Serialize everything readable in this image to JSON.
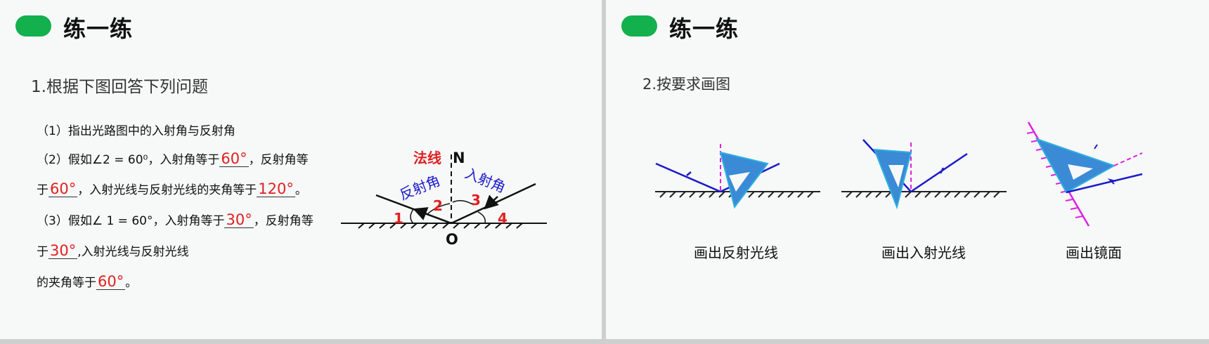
{
  "slide1": {
    "title": "练一练",
    "question": "1.根据下图回答下列问题",
    "line1": "（1）指出光路图中的入射角与反射角",
    "line2a": "（2）假如∠2 = 60⁰，入射角等于",
    "ans1": "60°",
    "line2b": "，反射角等",
    "line3a": "于",
    "ans2": "60°",
    "line3b": "，入射光线与反射光线的夹角等于",
    "ans3": "120°",
    "line3c": "。",
    "line4a": "（3）假如∠ 1 = 60°，入射角等于",
    "ans4": "30°",
    "line4b": "，反射角等",
    "line5a": "于",
    "ans5": "30°",
    "line5b": ",入射光线与反射光线",
    "line6a": "的夹角等于",
    "ans6": "60°",
    "line6b": "。",
    "diagram": {
      "normal_label": "法线",
      "n_label": "N",
      "o_label": "O",
      "reflected_label": "反射角",
      "incident_label": "入射角",
      "angle1": "1",
      "angle2": "2",
      "angle3": "3",
      "angle4": "4"
    }
  },
  "slide2": {
    "title": "练一练",
    "question": "2.按要求画图",
    "captions": [
      "画出反射光线",
      "画出入射光线",
      "画出镜面"
    ]
  },
  "colors": {
    "accent": "#12b14d",
    "answer": "#e02020",
    "ray": "#1a1acc",
    "triangle": "#3a8ad6",
    "mirror_pink": "#e020e0"
  }
}
